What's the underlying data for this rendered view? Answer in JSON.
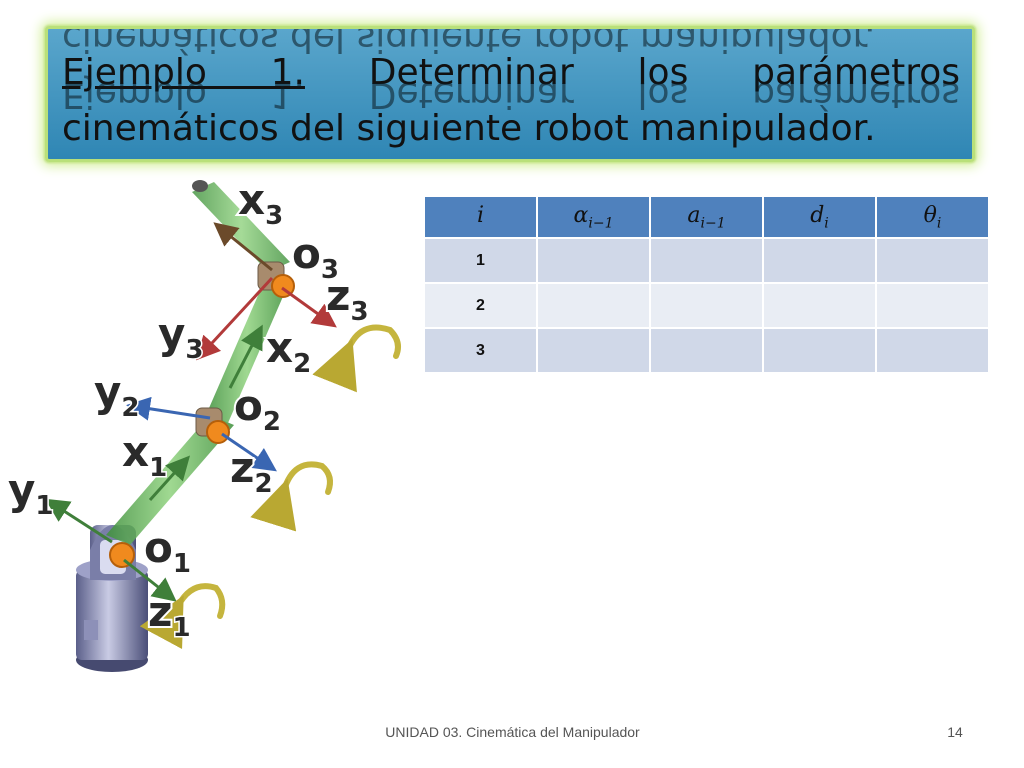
{
  "slide": {
    "title": {
      "lead": "Ejemplo 1.",
      "rest": " Determinar los parámetros cinemáticos del siguiente robot manipulador."
    },
    "table": {
      "headers": [
        {
          "base": "i",
          "sub": ""
        },
        {
          "base": "α",
          "sub": "i−1"
        },
        {
          "base": "a",
          "sub": "i−1"
        },
        {
          "base": "d",
          "sub": "i"
        },
        {
          "base": "θ",
          "sub": "i"
        }
      ],
      "rows": [
        [
          "1",
          "",
          "",
          "",
          ""
        ],
        [
          "2",
          "",
          "",
          "",
          ""
        ],
        [
          "3",
          "",
          "",
          "",
          ""
        ]
      ]
    },
    "diagram": {
      "labels": {
        "x3": {
          "base": "x",
          "sub": "3"
        },
        "o3": {
          "base": "o",
          "sub": "3"
        },
        "z3": {
          "base": "z",
          "sub": "3"
        },
        "y3": {
          "base": "y",
          "sub": "3"
        },
        "x2": {
          "base": "x",
          "sub": "2"
        },
        "y2": {
          "base": "y",
          "sub": "2"
        },
        "o2": {
          "base": "o",
          "sub": "2"
        },
        "x1": {
          "base": "x",
          "sub": "1"
        },
        "z2": {
          "base": "z",
          "sub": "2"
        },
        "y1": {
          "base": "y",
          "sub": "1"
        },
        "o1": {
          "base": "o",
          "sub": "1"
        },
        "z1": {
          "base": "z",
          "sub": "1"
        }
      }
    },
    "footer": {
      "course": "UNIDAD 03. Cinemática del Manipulador",
      "page_number": "14"
    }
  }
}
